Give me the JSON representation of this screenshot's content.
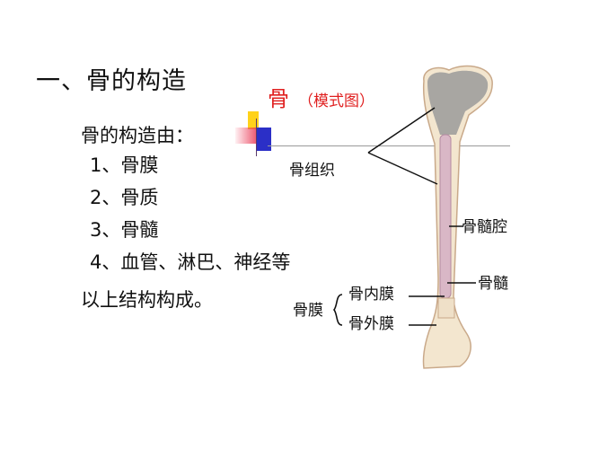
{
  "slide": {
    "heading": "一、骨的构造",
    "intro": "骨的构造由：",
    "items": [
      "1、骨膜",
      "2、骨质",
      "3、骨髓",
      "4、血管、淋巴、神经等"
    ],
    "conclusion": "以上结构构成。"
  },
  "diagram": {
    "title": "骨",
    "subtitle": "（模式图）",
    "labels": {
      "bone_tissue": "骨组织",
      "marrow_cavity": "骨髓腔",
      "marrow": "骨髓",
      "periosteum": "骨膜",
      "endosteum": "骨内膜",
      "outer_periosteum": "骨外膜"
    }
  },
  "colors": {
    "title_red": "#e02020",
    "bone": "#f3e6cf",
    "bone_outline": "#c9a98a",
    "spongy": "#9a9a9a",
    "marrow": "#d9b7c6"
  }
}
